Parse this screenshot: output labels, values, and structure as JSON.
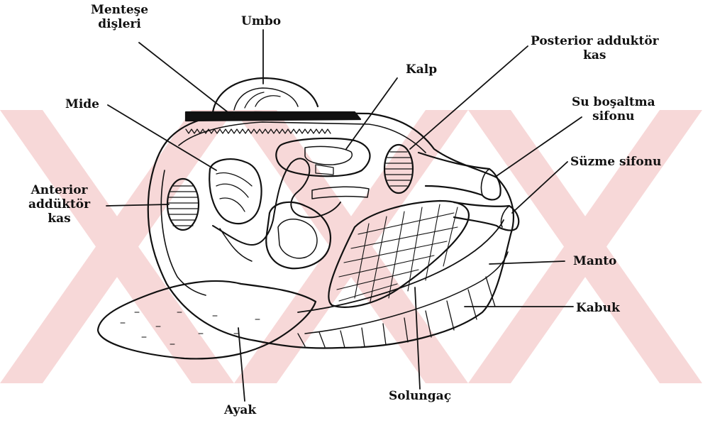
{
  "watermark": {
    "shape": "x-pattern",
    "color": "#f3c8c8"
  },
  "colors": {
    "ink": "#111111",
    "paper": "#ffffff"
  },
  "labels": {
    "menteshe": [
      "Menteşe",
      "dişleri"
    ],
    "umbo": "Umbo",
    "kalp": "Kalp",
    "posterior": [
      "Posterior adduktör",
      "kas"
    ],
    "mide": "Mide",
    "su_bosaltma": [
      "Su boşaltma",
      "sifonu"
    ],
    "suzme": "Süzme sifonu",
    "anterior": [
      "Anterior",
      "addüktör",
      "kas"
    ],
    "manto": "Manto",
    "kabuk": "Kabuk",
    "ayak": "Ayak",
    "solungac": "Solungaç"
  }
}
